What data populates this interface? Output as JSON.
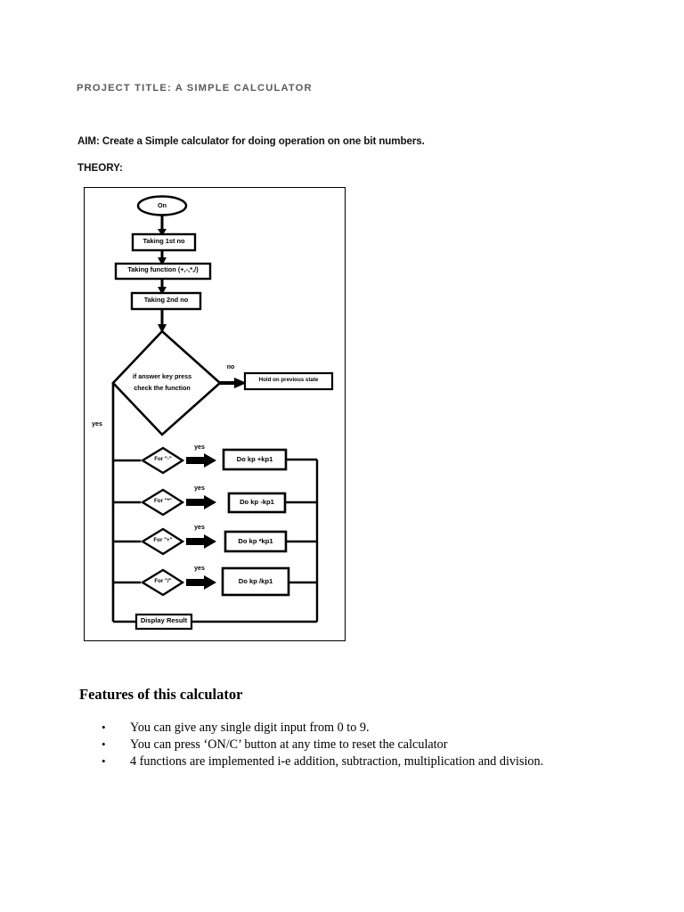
{
  "document": {
    "title": "PROJECT TITLE: A SIMPLE CALCULATOR",
    "aim": "AIM: Create a Simple calculator for doing operation on one bit numbers.",
    "theory_heading": "THEORY:"
  },
  "flowchart": {
    "start": "On",
    "steps": [
      "Taking 1st no",
      "Taking function (+,-,*,/)",
      "Taking 2nd no"
    ],
    "decision": {
      "line1": "if answer key press",
      "line2": "check the function",
      "no_label": "no",
      "yes_label": "yes",
      "no_target": "Hold on previous state"
    },
    "branches": [
      {
        "condition": "For \"-\"",
        "yes_label": "yes",
        "action": "Do kp +kp1"
      },
      {
        "condition": "For \"*\"",
        "yes_label": "yes",
        "action": "Do kp -kp1"
      },
      {
        "condition": "For \"+\"",
        "yes_label": "yes",
        "action": "Do kp *kp1"
      },
      {
        "condition": "For \"/\"",
        "yes_label": "yes",
        "action": "Do kp /kp1"
      }
    ],
    "result": "Display Result"
  },
  "features": {
    "heading": "Features of this calculator",
    "items": [
      "You can give any single digit input from 0 to 9.",
      "You can press ‘ON/C’ button at any time to reset the calculator",
      "4 functions are implemented i-e addition, subtraction, multiplication and division."
    ]
  },
  "colors": {
    "title_gray": "#5a5a5a",
    "ink": "#000000",
    "page": "#ffffff"
  }
}
